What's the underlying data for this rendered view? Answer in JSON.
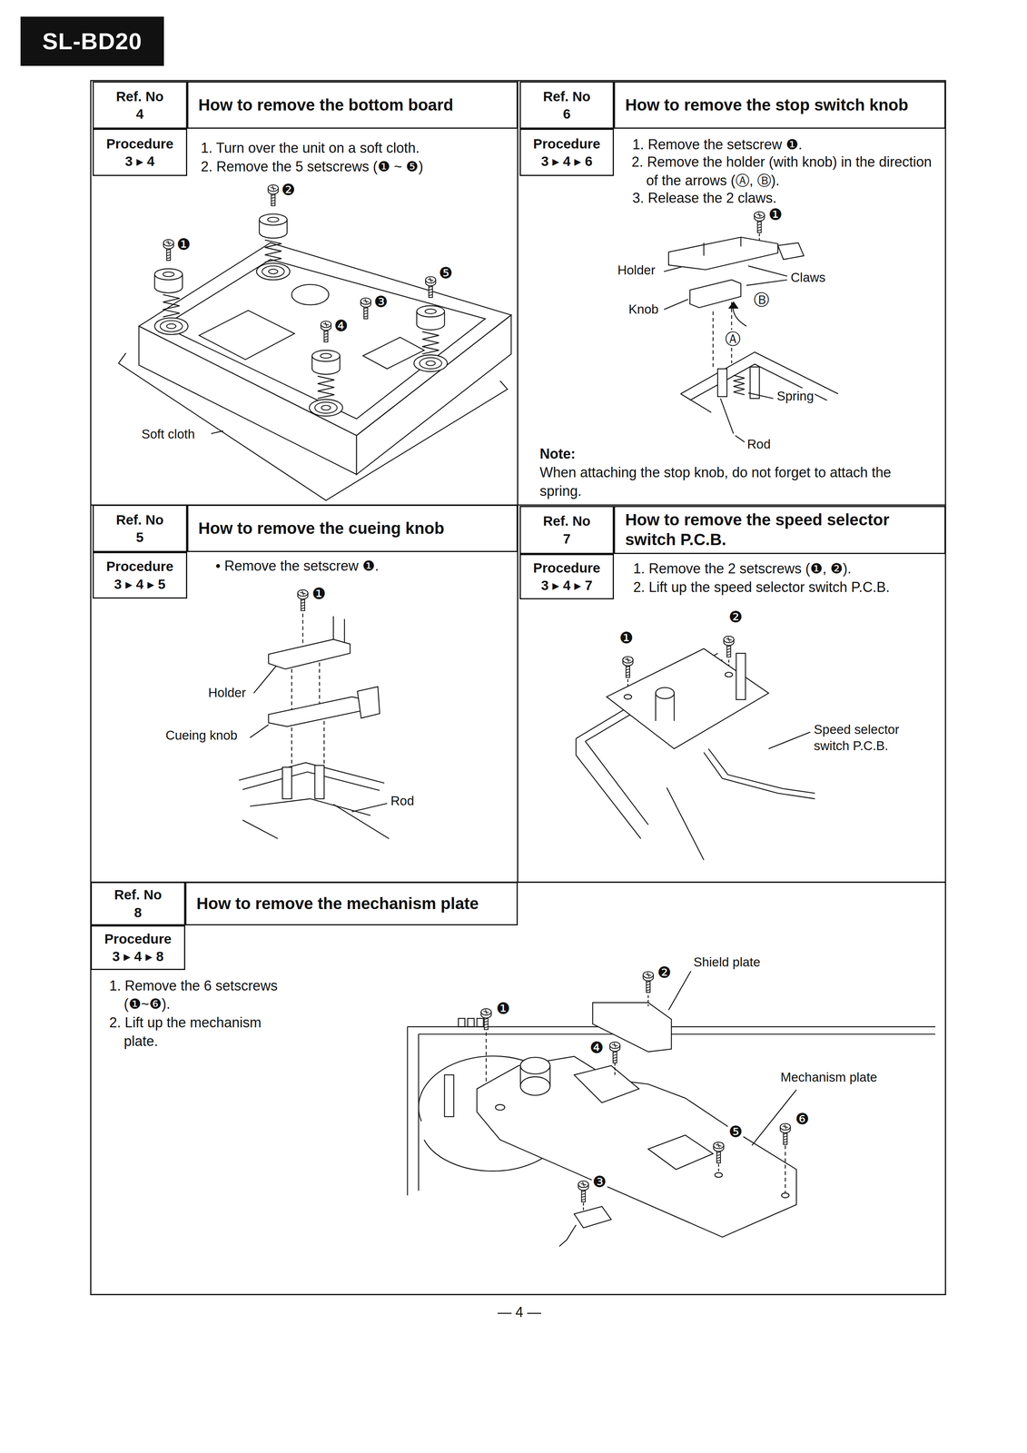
{
  "diagram": {
    "nodes": [
      {
        "text": [
          "SL-BD20"
        ]
      },
      {
        "text": [
          "Ref. No",
          "4"
        ]
      },
      {
        "text": [
          "How to remove the bottom board"
        ]
      },
      {
        "text": [
          "Procedure",
          "3 ▸ 4"
        ]
      },
      {
        "text": [
          "Ref. No",
          "6"
        ]
      },
      {
        "text": [
          "How to remove the stop switch knob"
        ]
      },
      {
        "text": [
          "Procedure",
          "3 ▸ 4 ▸ 6"
        ]
      },
      {
        "text": [
          "Ref. No",
          "5"
        ]
      },
      {
        "text": [
          "How to remove the cueing knob"
        ]
      },
      {
        "text": [
          "Procedure",
          "3 ▸ 4 ▸ 5"
        ]
      },
      {
        "text": [
          "Ref. No",
          "7"
        ]
      },
      {
        "text": [
          "How to remove the speed selector switch P.C.B."
        ]
      },
      {
        "text": [
          "Procedure",
          "3 ▸ 4 ▸ 7"
        ]
      },
      {
        "text": [
          "Ref. No",
          "8"
        ]
      },
      {
        "text": [
          "How to remove the mechanism plate"
        ]
      },
      {
        "text": [
          "Procedure",
          "3 ▸ 4 ▸ 8"
        ]
      }
    ],
    "labels": [
      "1. Turn over the unit on a soft cloth.",
      "2. Remove the 5 setscrews (❶ ~ ❺)",
      "❷",
      "❶",
      "❸",
      "❺",
      "❹",
      "Soft cloth",
      "1. Remove the setscrew ❶.",
      "2. Remove the holder (with knob) in the direction of the arrows (Ⓐ, Ⓑ).",
      "3. Release the 2 claws.",
      "❶",
      "Holder",
      "Claws",
      "Knob",
      "Ⓑ",
      "Ⓐ",
      "Spring",
      "Rod",
      "Note:",
      "When attaching the stop knob, do not forget to attach the spring.",
      "• Remove the setscrew ❶.",
      "❶",
      "Holder",
      "Cueing knob",
      "Rod",
      "1. Remove the 2 setscrews (❶, ❷).",
      "2. Lift up the speed selector switch P.C.B.",
      "❷",
      "❶",
      "Speed selector switch P.C.B.",
      "1. Remove the 6 setscrews (❶~❻).",
      "2. Lift up the mechanism plate.",
      "Shield plate",
      "❷",
      "❶",
      "❹",
      "Mechanism plate",
      "❻",
      "❺",
      "❸",
      "— 4 —"
    ]
  }
}
